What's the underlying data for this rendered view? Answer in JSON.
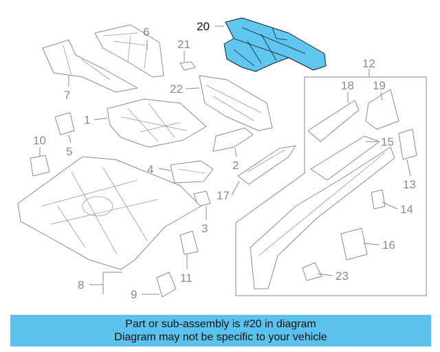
{
  "diagram": {
    "callouts": {
      "c1": "1",
      "c2": "2",
      "c3": "3",
      "c4": "4",
      "c5": "5",
      "c6": "6",
      "c7": "7",
      "c8": "8",
      "c9": "9",
      "c10": "10",
      "c11": "11",
      "c12": "12",
      "c13": "13",
      "c14": "14",
      "c15": "15",
      "c16": "16",
      "c17": "17",
      "c18": "18",
      "c19": "19",
      "c20": "20",
      "c21": "21",
      "c22": "22",
      "c23": "23"
    },
    "highlighted_part": "20",
    "colors": {
      "highlight_fill": "#5fc6ef",
      "outline": "#8a8a8a",
      "banner": "#5bc2ee"
    }
  },
  "banner": {
    "line1": "Part or sub-assembly is #20 in diagram",
    "line2": "Diagram may not be specific to your vehicle"
  }
}
